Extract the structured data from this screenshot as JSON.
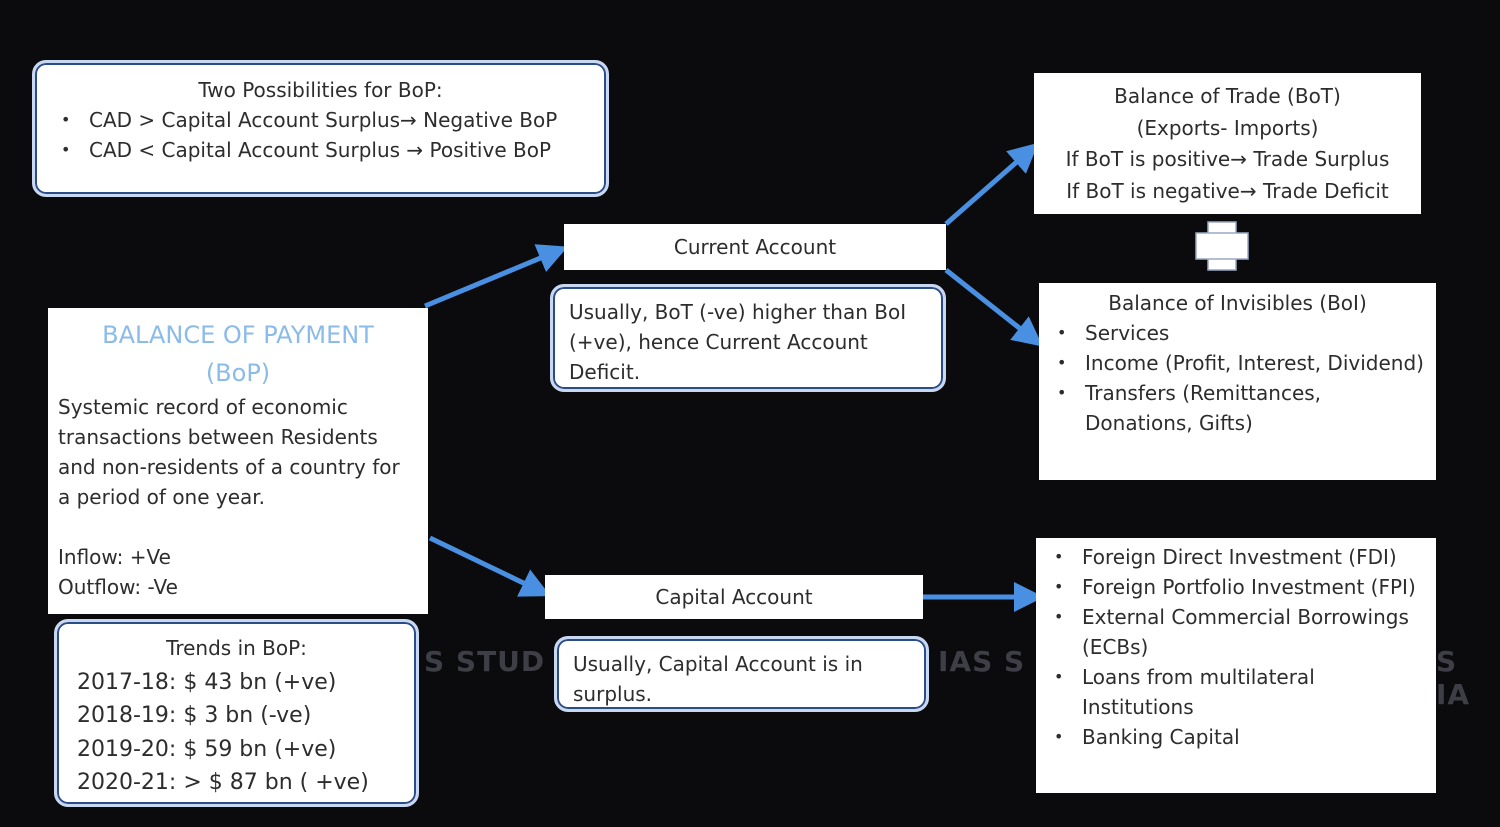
{
  "possibilities": {
    "title": "Two Possibilities for BoP:",
    "items": [
      "CAD > Capital Account Surplus→ Negative BoP",
      "CAD <  Capital Account Surplus → Positive BoP"
    ]
  },
  "bop": {
    "heading_line1": "BALANCE OF PAYMENT",
    "heading_line2": "(BoP)",
    "definition": "Systemic record of economic transactions between Residents and non-residents of a country for a period of one year.",
    "inflow": "Inflow: +Ve",
    "outflow": "Outflow: -Ve"
  },
  "trends": {
    "title": "Trends in BoP:",
    "rows": [
      "2017-18: $ 43 bn (+ve)",
      "2018-19: $ 3 bn (-ve)",
      "2019-20: $ 59 bn (+ve)",
      "2020-21:  > $ 87 bn ( +ve)"
    ]
  },
  "current_account": {
    "label": "Current Account",
    "note": "Usually,  BoT (-ve) higher than BoI (+ve), hence Current Account Deficit."
  },
  "capital_account": {
    "label": "Capital Account",
    "note": "Usually,  Capital Account is in surplus."
  },
  "bot": {
    "lines": [
      "Balance of Trade (BoT)",
      "(Exports- Imports)",
      "If BoT is positive→ Trade Surplus",
      "If BoT is negative→ Trade Deficit"
    ]
  },
  "boi": {
    "title": "Balance of Invisibles (BoI)",
    "items": [
      "Services",
      "Income (Profit, Interest, Dividend)",
      "Transfers (Remittances, Donations, Gifts)"
    ]
  },
  "capital_components": {
    "items": [
      "Foreign Direct Investment (FDI)",
      "Foreign Portfolio Investment (FPI)",
      "External Commercial Borrowings (ECBs)",
      "Loans from multilateral Institutions",
      "Banking Capital"
    ]
  },
  "colors": {
    "arrow": "#4a90e2",
    "heading": "#8bbbe8",
    "background": "#0b0b0d"
  }
}
